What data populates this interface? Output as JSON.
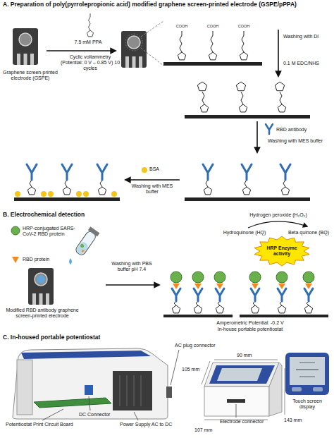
{
  "diagram": {
    "nodes": [
      {
        "text": [
          "HRP Enzyme activity"
        ]
      }
    ],
    "labels": [
      "A. Preparation of poly(pyrrolepropionic acid) modified graphene screen-printed electrode (GSPE/pPPA)",
      "Graphene screen-printed electrode (GSPE)",
      "7.5 mM PPA",
      "Cyclic voltammetry (Potential: 0 V – 0.85 V) 10 cycles",
      "COOH",
      "COOH",
      "COOH",
      "Washing with DI",
      "0.1 M EDC/NHS",
      "RBD antibody",
      "Washing with MES buffer",
      "BSA",
      "Washing with MES buffer",
      "B. Electrochemical detection",
      "Hydrogen peroxide (H₂O₂)",
      "HRP-conjugated SARS-CoV-2 RBD protein",
      "Hydroquinone (HQ)",
      "Beta quinone (BQ)",
      "Washing with PBS buffer pH 7.4",
      "RBD protein",
      "Modified RBD antibody graphene screen-printed electrode",
      "Amperometric Potential: -0.2 V",
      "In-house portable potentiostat",
      "C. In-housed portable potentiostat",
      "AC plug connector",
      "105 mm",
      "90 mm",
      "Touch screen display",
      "Electrode connector",
      "Potentiostat Print Circuit Board",
      "DC Connector",
      "Power Supply AC to DC",
      "107 mm",
      "143 mm"
    ]
  }
}
